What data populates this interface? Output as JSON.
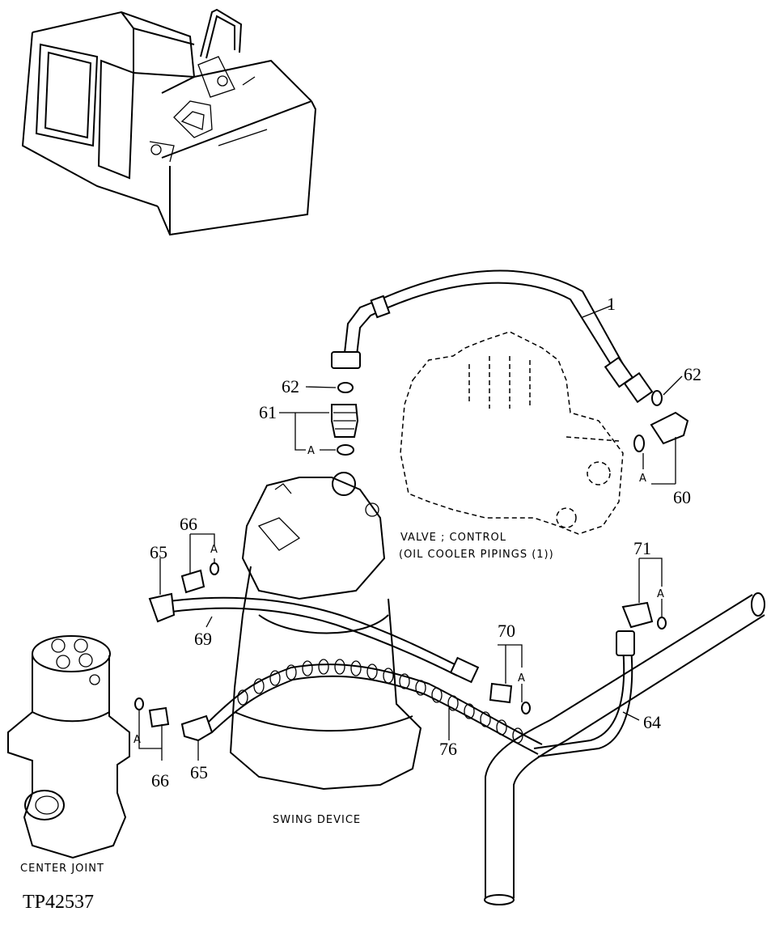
{
  "labels": {
    "p1": "1",
    "p62a": "62",
    "p62b": "62",
    "p61": "61",
    "p60": "60",
    "p66a": "66",
    "p66b": "66",
    "p65a": "65",
    "p65b": "65",
    "p69": "69",
    "p70": "70",
    "p71": "71",
    "p64": "64",
    "p76": "76",
    "a1": "A",
    "a2": "A",
    "a3": "A",
    "a4": "A",
    "a5": "A",
    "a6": "A"
  },
  "captions": {
    "valve_line1": "VALVE ; CONTROL",
    "valve_line2": "(OIL COOLER PIPINGS (1))",
    "swing_device": "SWING DEVICE",
    "center_joint": "CENTER JOINT"
  },
  "figure_code": "TP42537"
}
